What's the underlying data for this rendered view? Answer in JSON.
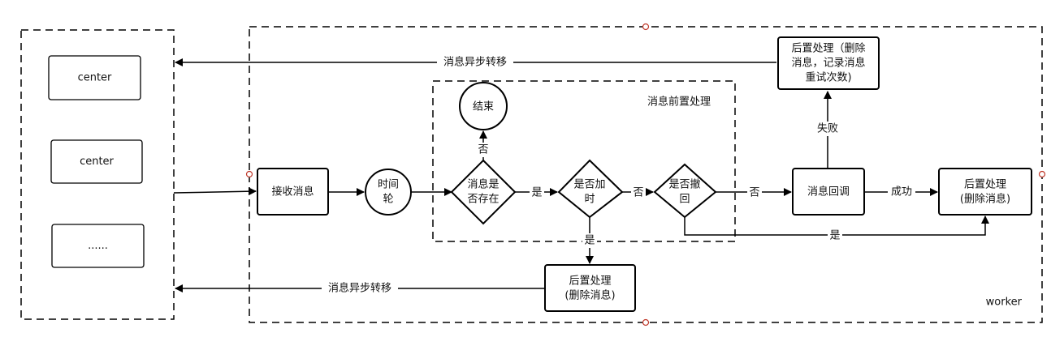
{
  "center_group": {
    "items": [
      "center",
      "center",
      "......"
    ]
  },
  "worker": {
    "label": "worker",
    "nodes": {
      "receive": "接收消息",
      "wheel_1": "时间",
      "wheel_2": "轮",
      "exists_1": "消息是",
      "exists_2": "否存在",
      "delay_1": "是否加",
      "delay_2": "时",
      "revoke_1": "是否撤",
      "revoke_2": "回",
      "end": "结束",
      "callback": "消息回调",
      "post_success_1": "后置处理",
      "post_success_2": "(删除消息)",
      "post_fail_1": "后置处理（删除",
      "post_fail_2": "消息，记录消息",
      "post_fail_3": "重试次数)",
      "post_delay_1": "后置处理",
      "post_delay_2": "(删除消息)"
    },
    "preprocess_label": "消息前置处理",
    "edges": {
      "transfer_top": "消息异步转移",
      "transfer_bottom": "消息异步转移",
      "exists_no": "否",
      "exists_yes": "是",
      "delay_no": "否",
      "delay_yes": "是",
      "revoke_no": "否",
      "revoke_yes": "是",
      "success": "成功",
      "fail": "失败"
    }
  },
  "colors": {
    "stroke": "#000000",
    "handle": "#c0392b",
    "background": "#ffffff"
  }
}
